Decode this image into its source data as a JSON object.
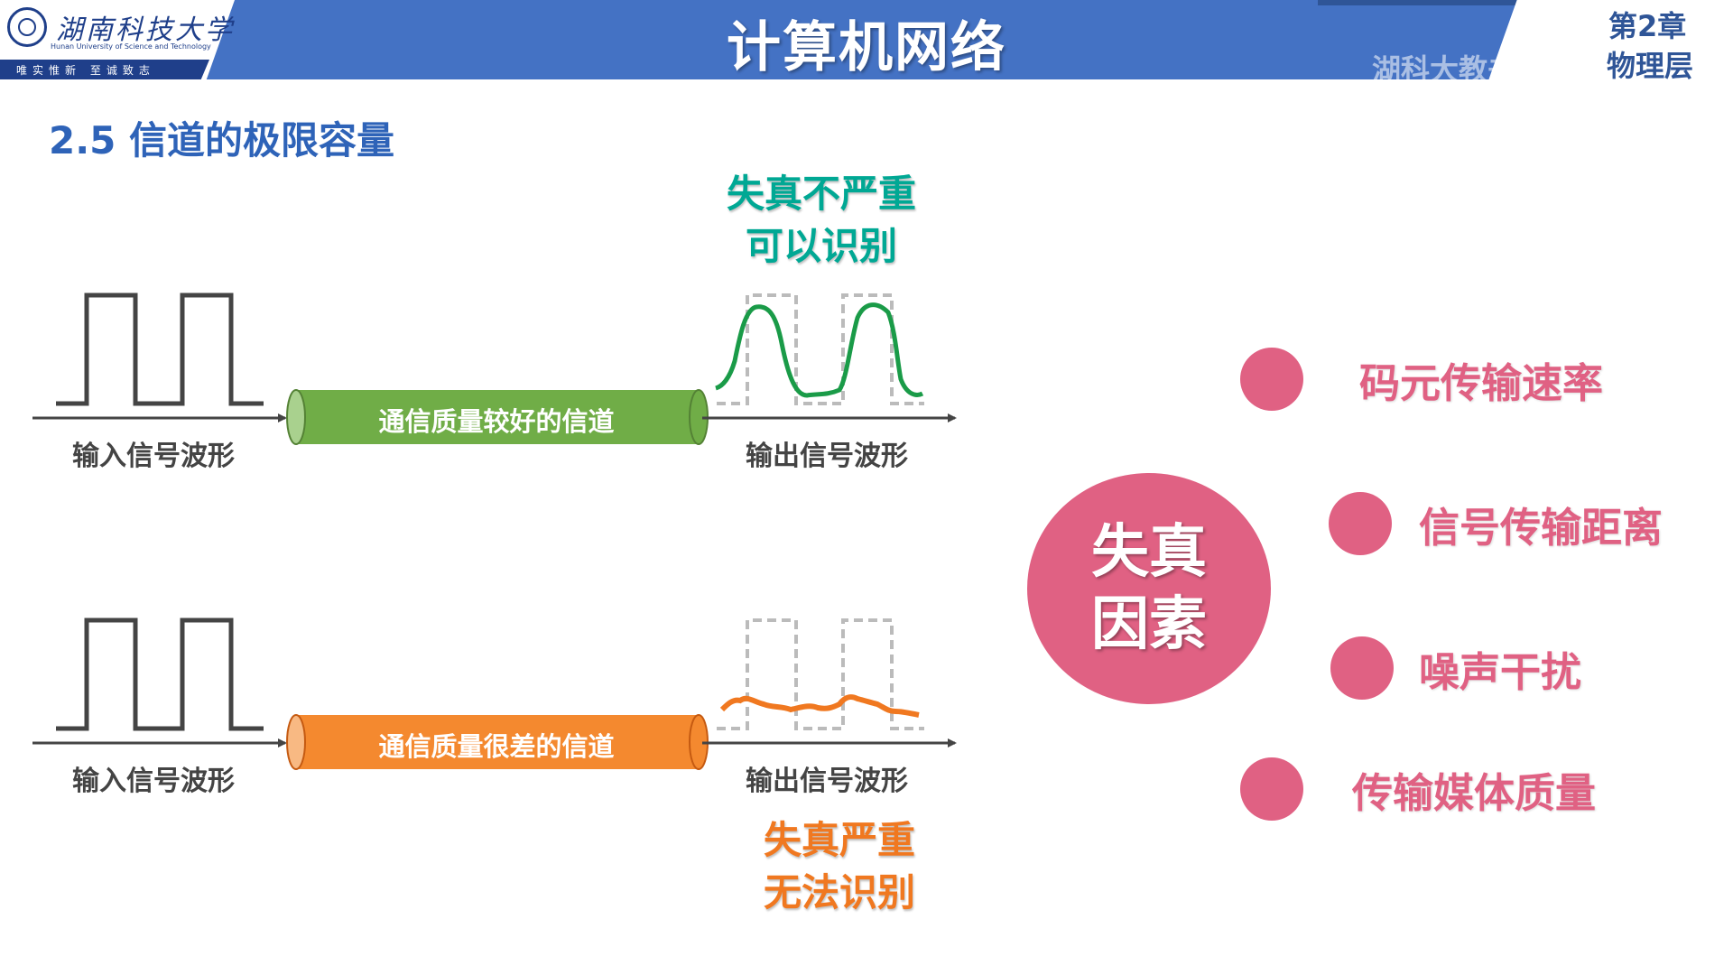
{
  "header": {
    "university_name": "湖南科技大学",
    "university_english": "Hunan University of Science and Technology",
    "university_motto": "唯实惟新  至诚致志",
    "title": "计算机网络",
    "chapter_number": "第2章",
    "chapter_name": "物理层",
    "watermark": "湖科大教书匠"
  },
  "section": {
    "title": "2.5 信道的极限容量"
  },
  "good_channel": {
    "input_label": "输入信号波形",
    "channel_label": "通信质量较好的信道",
    "output_label": "输出信号波形",
    "note_line1": "失真不严重",
    "note_line2": "可以识别"
  },
  "bad_channel": {
    "input_label": "输入信号波形",
    "channel_label": "通信质量很差的信道",
    "output_label": "输出信号波形",
    "note_line1": "失真严重",
    "note_line2": "无法识别"
  },
  "distortion": {
    "center_line1": "失真",
    "center_line2": "因素",
    "factors": [
      "码元传输速率",
      "信号传输距离",
      "噪声干扰",
      "传输媒体质量"
    ]
  },
  "colors": {
    "header_blue": "#4472c4",
    "title_blue": "#2e63b8",
    "good_channel_green": "#70ad47",
    "bad_channel_orange": "#f4892f",
    "output_green": "#1a9b48",
    "output_orange": "#f07820",
    "note_green": "#00a894",
    "factor_pink": "#e06183"
  }
}
